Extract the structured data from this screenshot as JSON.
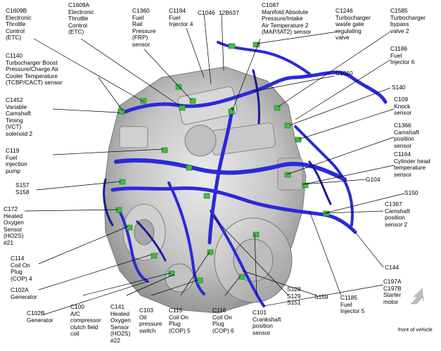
{
  "labels": {
    "c1609b": "C1609B\nElectronic\nThrottle\nControl\n(ETC)",
    "c1609a": "C1609A\nElectronic\nThrottle\nControl\n(ETC)",
    "c1360": "C1360\nFuel\nRail\nPressure\n(FRP)\nsensor",
    "c1184": "C1184\nFuel\nInjector 4",
    "c1046": "C1046",
    "p12b637": "12B637",
    "c1087": "C1087\nManifold Absolute\nPressure/Intake\nAir Temperature 2\n(MAP/IAT2) sensor",
    "c1246": "C1246\nTurbocharger\nwaste gate\nregulating\nvalve",
    "c1585": "C1585\nTurbocharger\nbypass\nvalve 2",
    "c1140": "C1140\nTurbocharger Boost\nPressure/Charge Air\nCooler Temperature\n(TCBP/CACT) sensor",
    "c1186": "C1186\nFuel\nInjector 6",
    "c1010": "C1010",
    "c1452": "C1452\nVariable\nCamshaft\nTiming\n(VCT)\nsolenoid 2",
    "s140": "S140",
    "c109": "C109\nKnock\nsensor",
    "c1366": "C1366\nCamshaft\nposition\nsensor",
    "c119": "C119\nFuel\ninjection\npump",
    "c1164": "C1164\nCylinder head\ntemperature\nsensor",
    "g104": "G104",
    "s157_s158": "S157\nS158",
    "s150": "S150",
    "c1367": "C1367\nCamshaft\nposition\nsensor 2",
    "c172": "C172\nHeated\nOxygen\nSensor\n(HO2S)\n#21",
    "c114": "C114\nCoil On\nPlug\n(COP) 4",
    "c144": "C144",
    "c102a": "C102A\nGenerator",
    "c197": "C197A\nC197B\nStarter\nmotor",
    "c102b": "C102B\nGenerator",
    "c100": "C100\nA/C\ncompressor\nclutch field\ncoil",
    "c141": "C141\nHeated\nOxygen\nSensor\n(HO2S)\n#22",
    "c103": "C103\nOil\npressure\nswitch",
    "c115": "C115\nCoil On\nPlug\n(COP) 5",
    "c116": "C116\nCoil On\nPlug\n(COP) 6",
    "c101": "C101\nCrankshaft\nposition\nsensor",
    "s128": "S128\nS129\nS151",
    "s159": "S159",
    "c1185": "C1185\nFuel\nInjector 5",
    "front_of_vehicle": "front of vehicle"
  },
  "colors": {
    "harness": "#2a2ad8",
    "harness_dark": "#1a1a9a",
    "connector": "#3fbf3f",
    "engine_light": "#d9d9d9",
    "engine_mid": "#a9a9a9",
    "engine_dark": "#6b6b6b",
    "leader": "#000000",
    "arrow": "#bdbdbd"
  },
  "icons": {
    "front_arrow": "arrow-down-left-icon"
  }
}
